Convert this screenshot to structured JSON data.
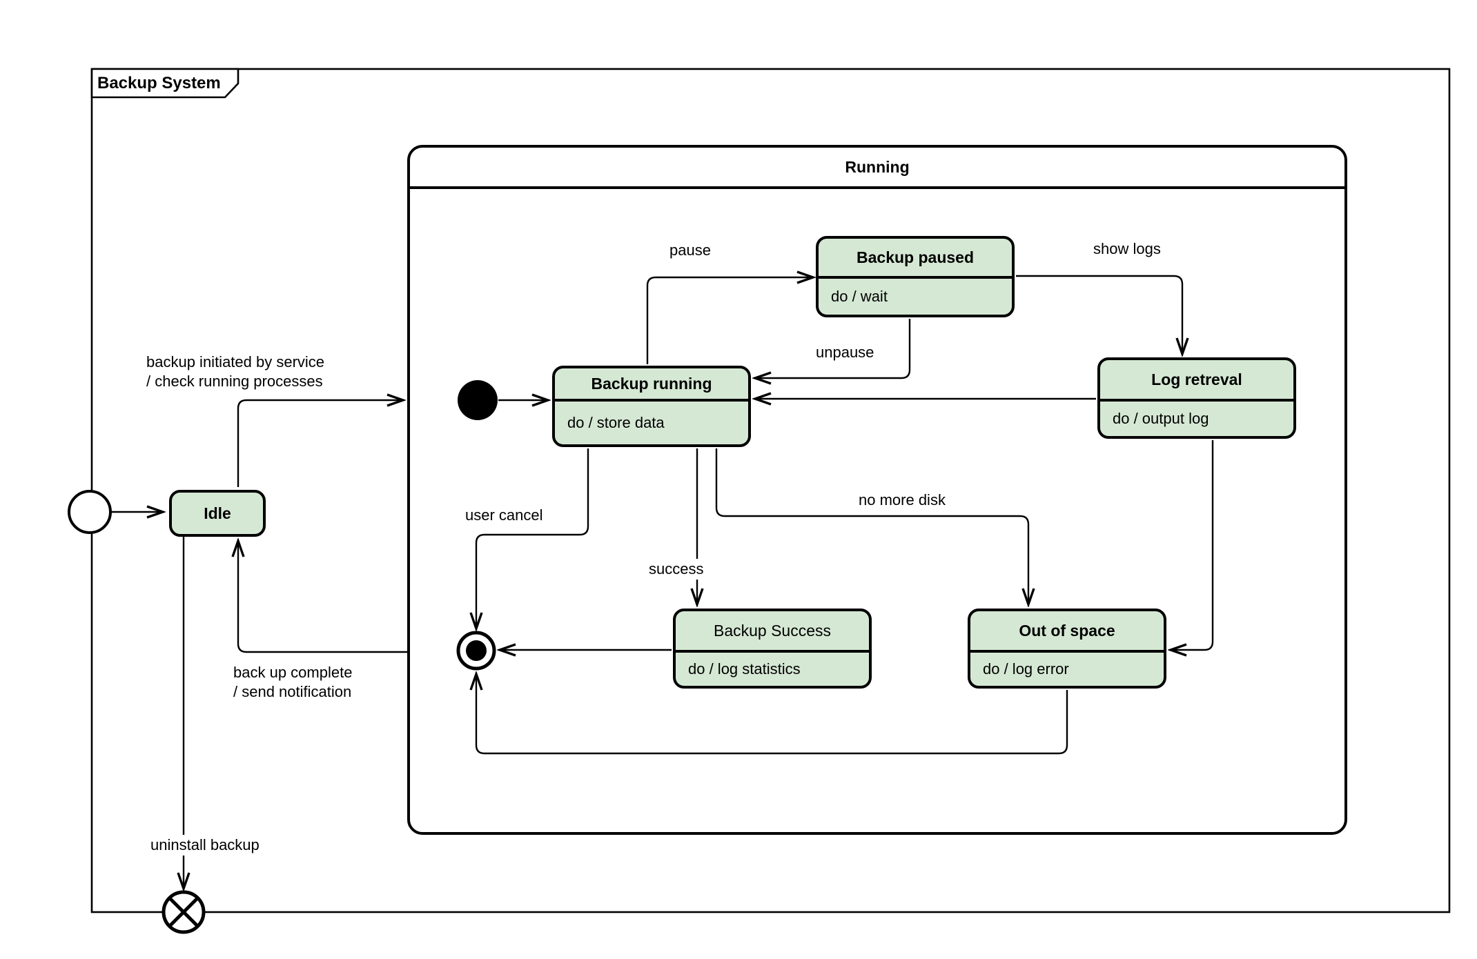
{
  "frame": {
    "title": "Backup System"
  },
  "composite": {
    "title": "Running"
  },
  "states": {
    "idle": {
      "title": "Idle"
    },
    "backup_running": {
      "title": "Backup running",
      "activity": "do / store data"
    },
    "backup_paused": {
      "title": "Backup paused",
      "activity": "do / wait"
    },
    "log_retreval": {
      "title": "Log retreval",
      "activity": "do / output log"
    },
    "backup_success": {
      "title": "Backup Success",
      "activity": "do / log statistics"
    },
    "out_of_space": {
      "title": "Out of space",
      "activity": "do / log error"
    }
  },
  "transitions": {
    "initiate": {
      "line1": "backup initiated by service",
      "line2": "/ check running processes"
    },
    "complete": {
      "line1": "back up complete",
      "line2": "/ send notification"
    },
    "uninstall": {
      "label": "uninstall backup"
    },
    "pause": {
      "label": "pause"
    },
    "unpause": {
      "label": "unpause"
    },
    "show_logs": {
      "label": "show logs"
    },
    "user_cancel": {
      "label": "user cancel"
    },
    "success": {
      "label": "success"
    },
    "no_more_disk": {
      "label": "no more disk"
    }
  },
  "nodes": {
    "start": "initial-node",
    "inner_initial": "initial-node-running",
    "final": "final-node",
    "terminate": "terminate-node"
  },
  "colors": {
    "state_fill": "#d5e8d4",
    "stroke": "#000000",
    "background": "#ffffff"
  }
}
